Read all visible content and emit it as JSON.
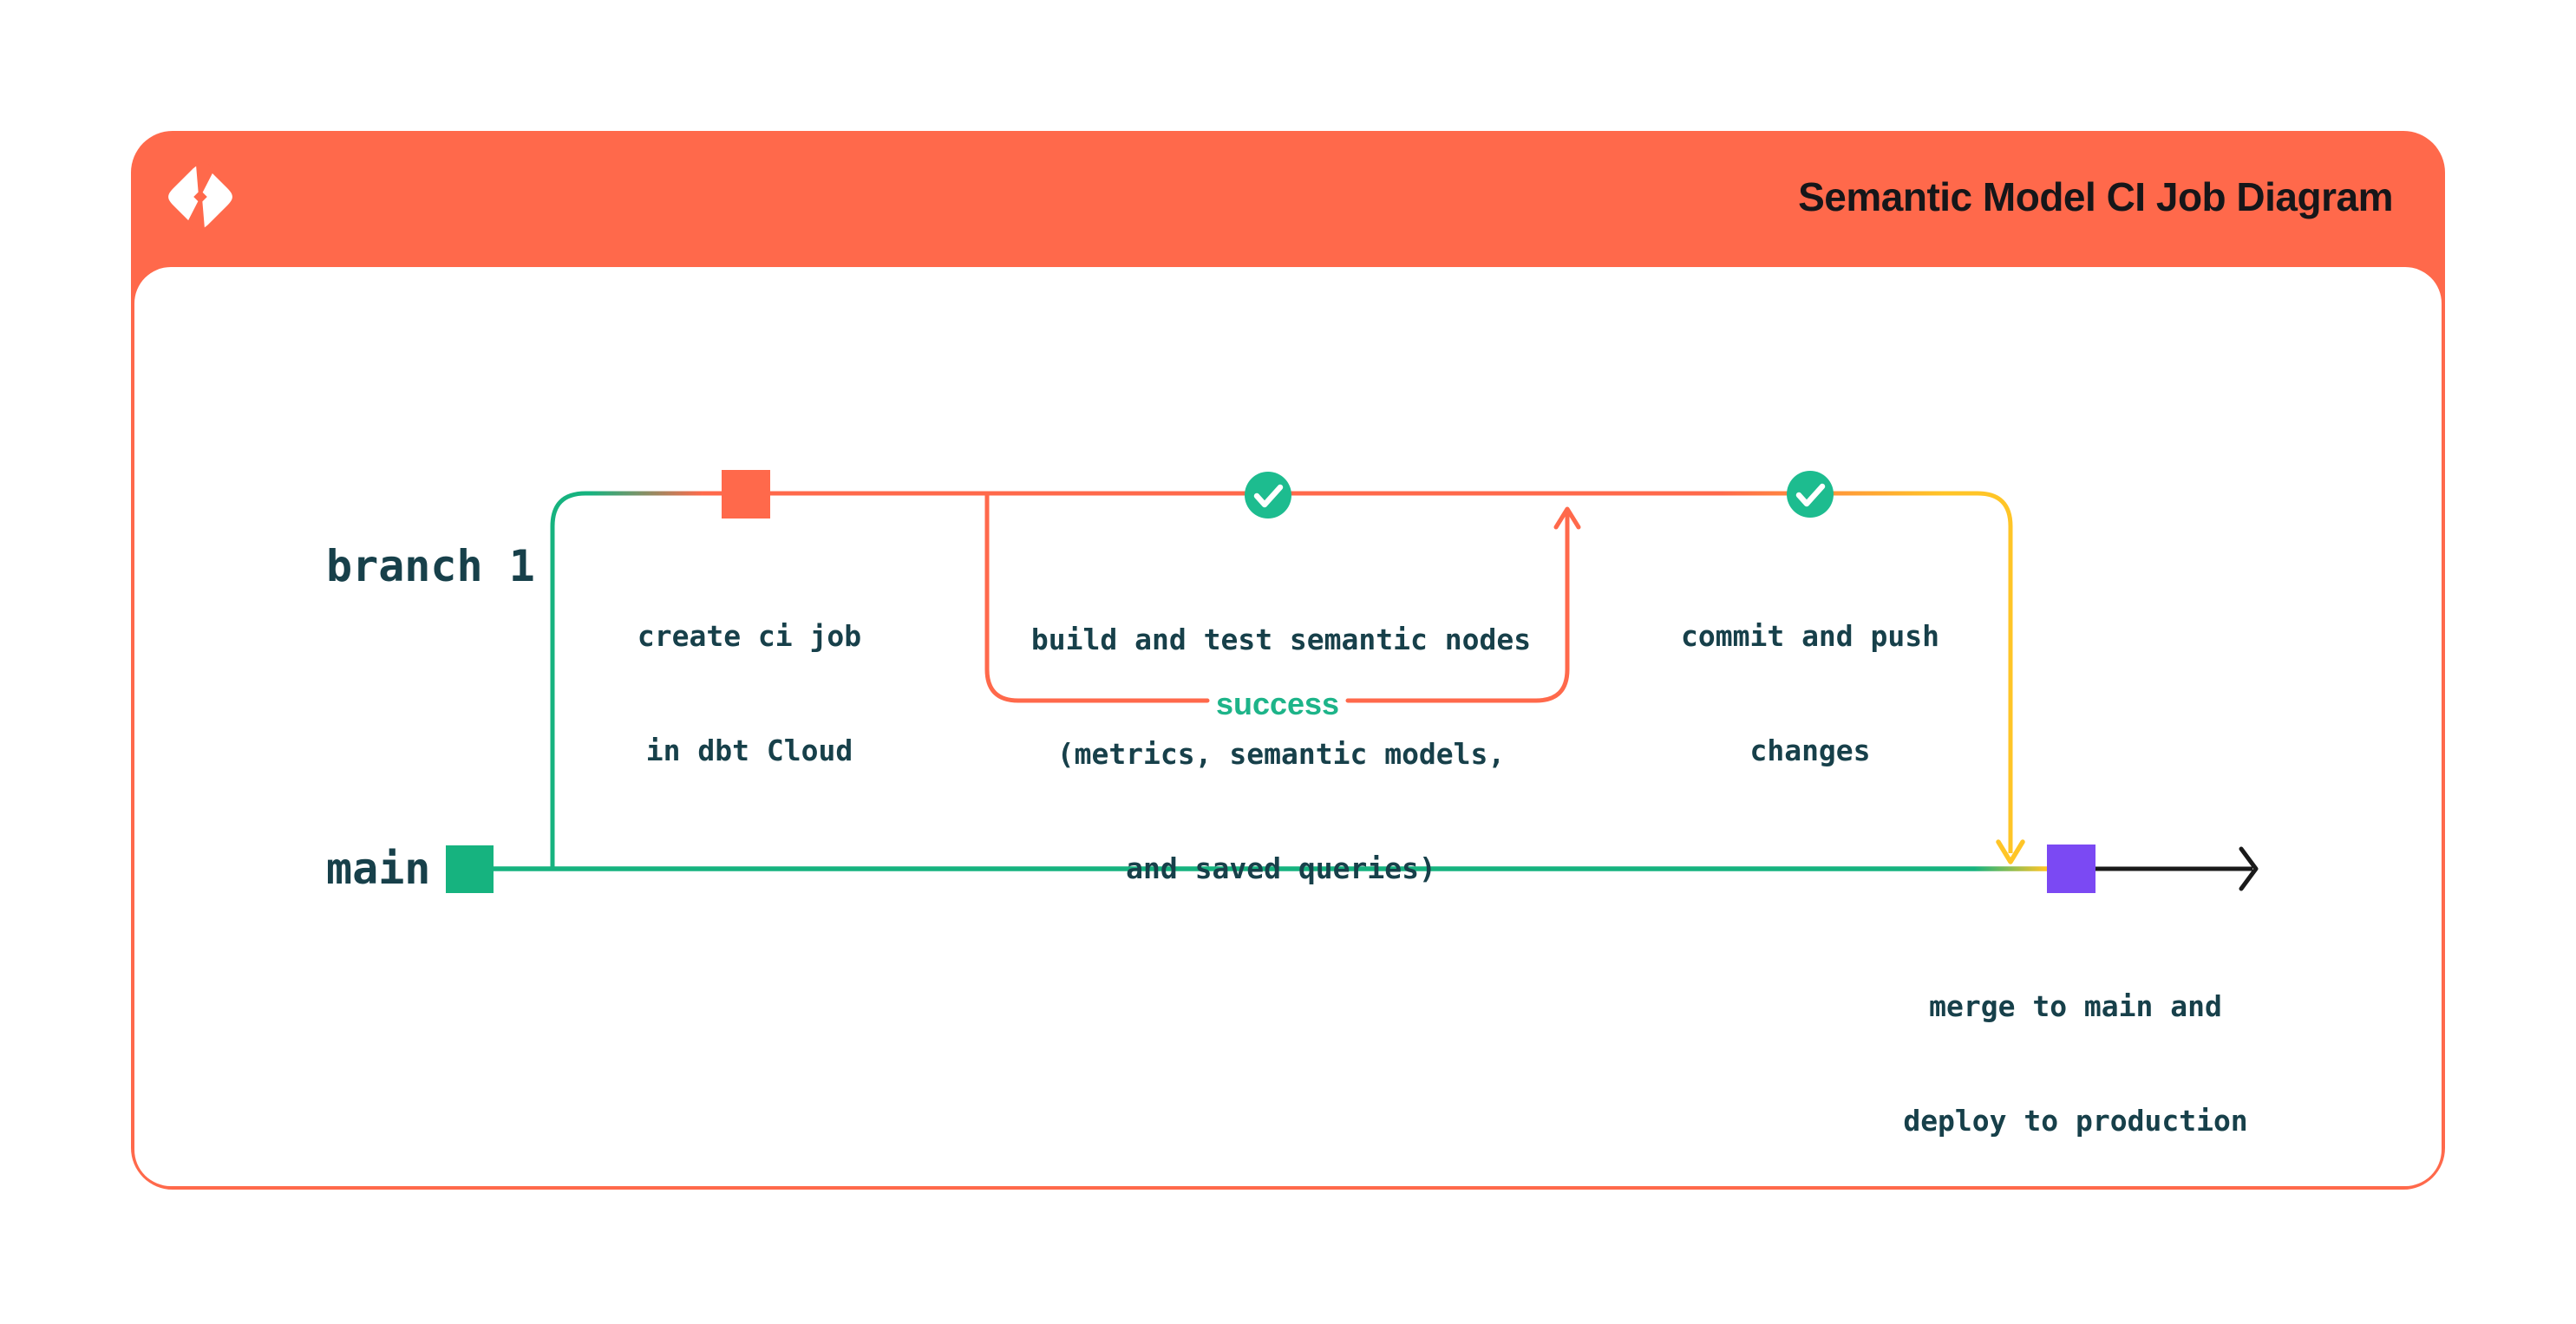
{
  "header": {
    "title": "Semantic Model CI Job Diagram",
    "logo": "dbt-logo"
  },
  "colors": {
    "orange": "#FF694B",
    "green": "#16B37F",
    "check_green": "#1DBC8F",
    "yellow": "#FFC527",
    "purple": "#7B49F3",
    "text_dark": "#17404A",
    "success_green": "#1DB489",
    "arrow_black": "#1A1A1A",
    "title_dark": "#161619",
    "background": "#FFFFFF"
  },
  "diagram": {
    "branch_label": "branch 1",
    "main_label": "main",
    "loop_label": "success",
    "nodes": [
      {
        "id": "create-ci-job",
        "shape": "square",
        "color": "#FF694B",
        "label_lines": [
          "create ci job",
          "in dbt Cloud"
        ]
      },
      {
        "id": "build-and-test",
        "shape": "check-circle",
        "color": "#1DBC8F",
        "label_lines": [
          "build and test semantic nodes",
          "(metrics, semantic models,",
          "and saved queries)"
        ]
      },
      {
        "id": "commit-and-push",
        "shape": "check-circle",
        "color": "#1DBC8F",
        "label_lines": [
          "commit and push",
          "changes"
        ]
      },
      {
        "id": "merge-and-deploy",
        "shape": "square",
        "color": "#7B49F3",
        "label_lines": [
          "merge to main and",
          "deploy to production"
        ]
      },
      {
        "id": "main-start",
        "shape": "square",
        "color": "#16B37F",
        "label_lines": []
      }
    ]
  }
}
